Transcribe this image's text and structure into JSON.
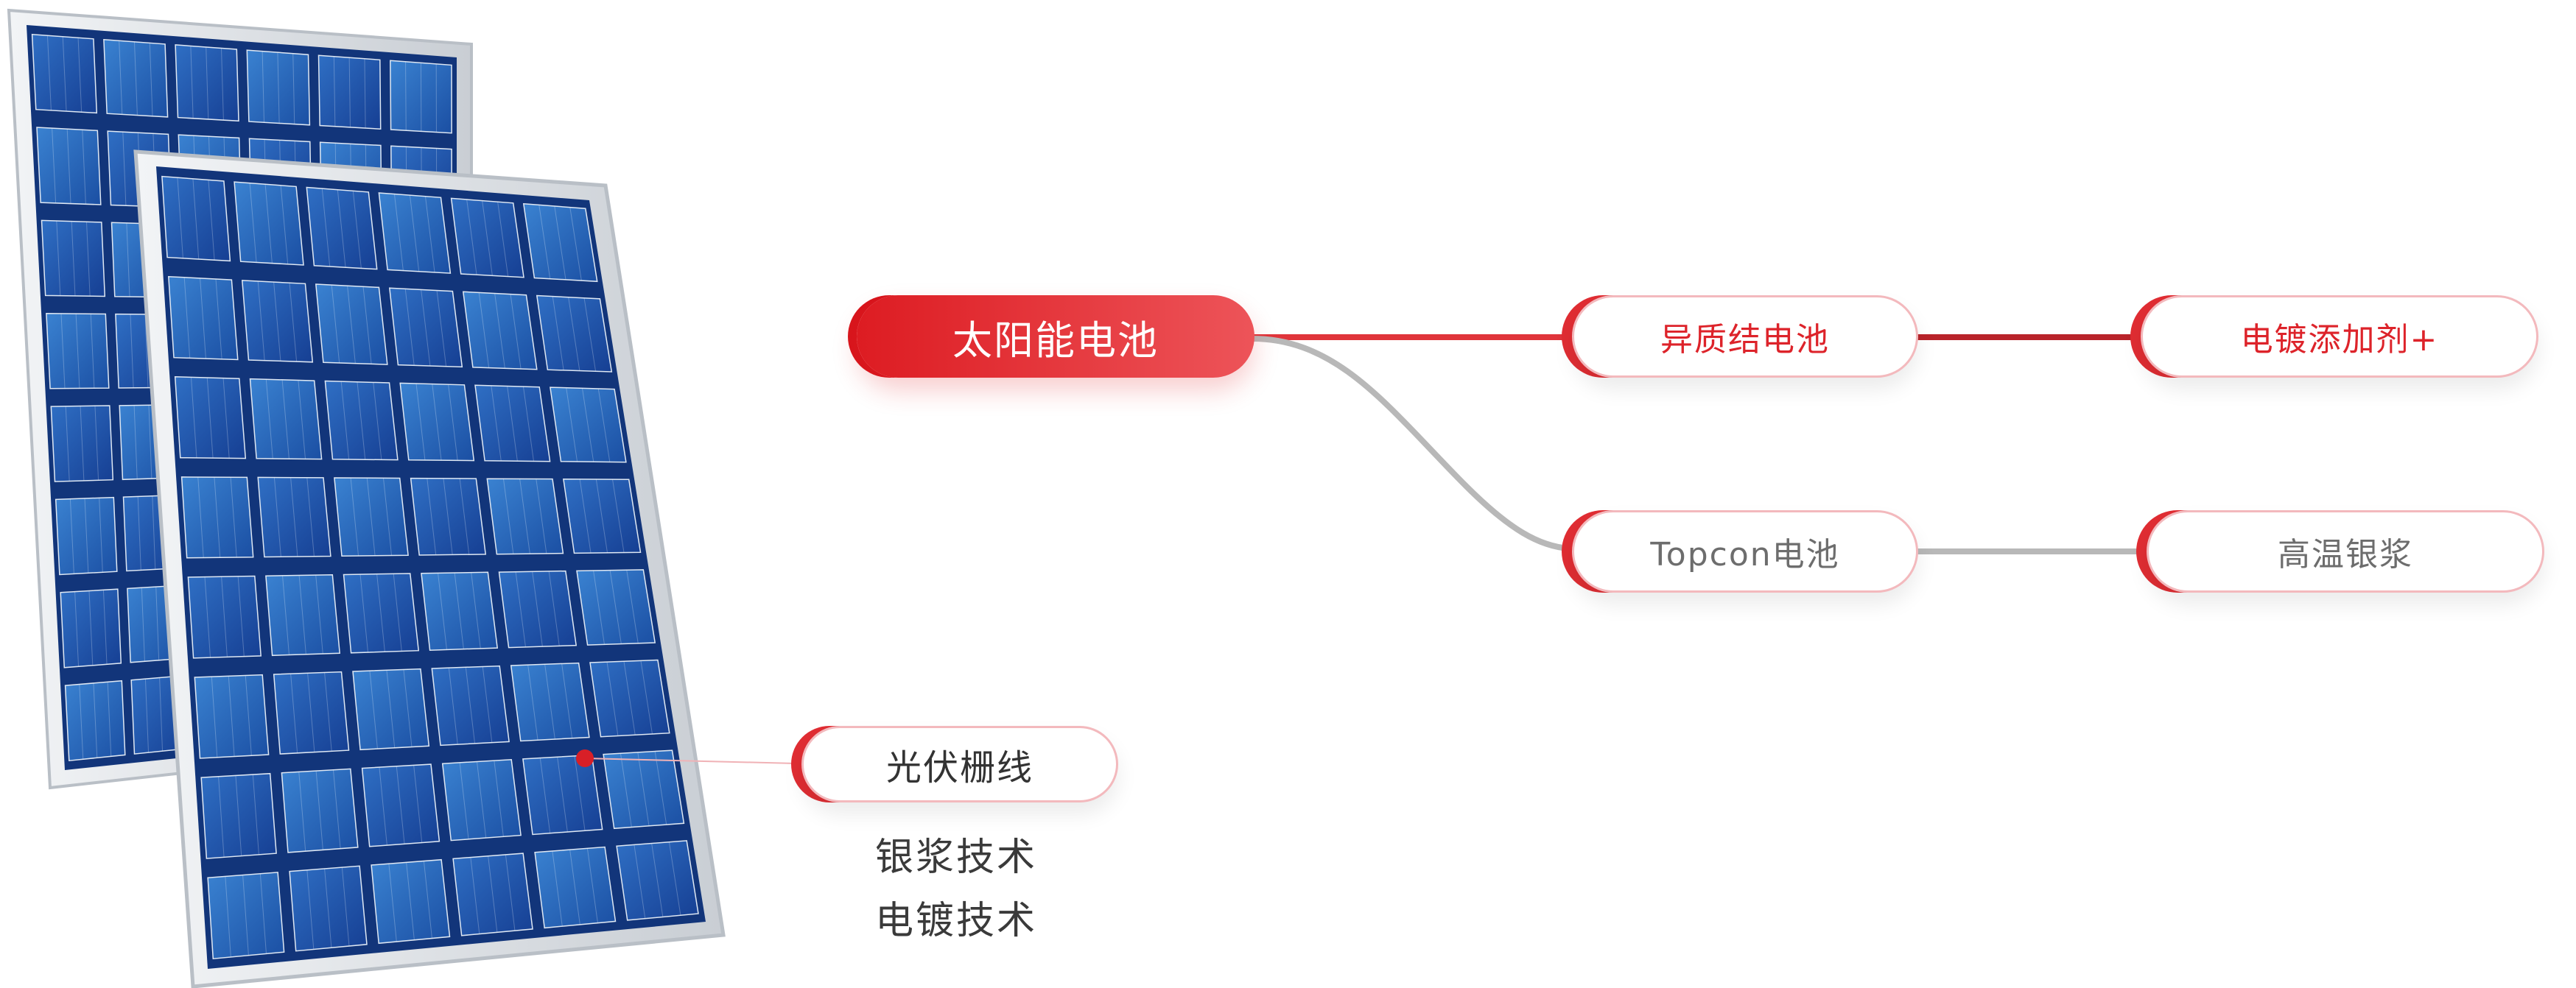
{
  "root": {
    "label": "太阳能电池"
  },
  "branches": [
    {
      "label": "异质结电池",
      "child": "电镀添加剂+"
    },
    {
      "label": "Topcon电池",
      "child": "高温银浆"
    }
  ],
  "callout": {
    "label": "光伏栅线",
    "items": [
      "银浆技术",
      "电镀技术"
    ]
  },
  "colors": {
    "accent_red": "#dd232a",
    "connector_gray": "#b5b5b5",
    "panel_blue": "#1d55a8",
    "panel_frame": "#d9dde2"
  },
  "illustration": "solar-panels"
}
